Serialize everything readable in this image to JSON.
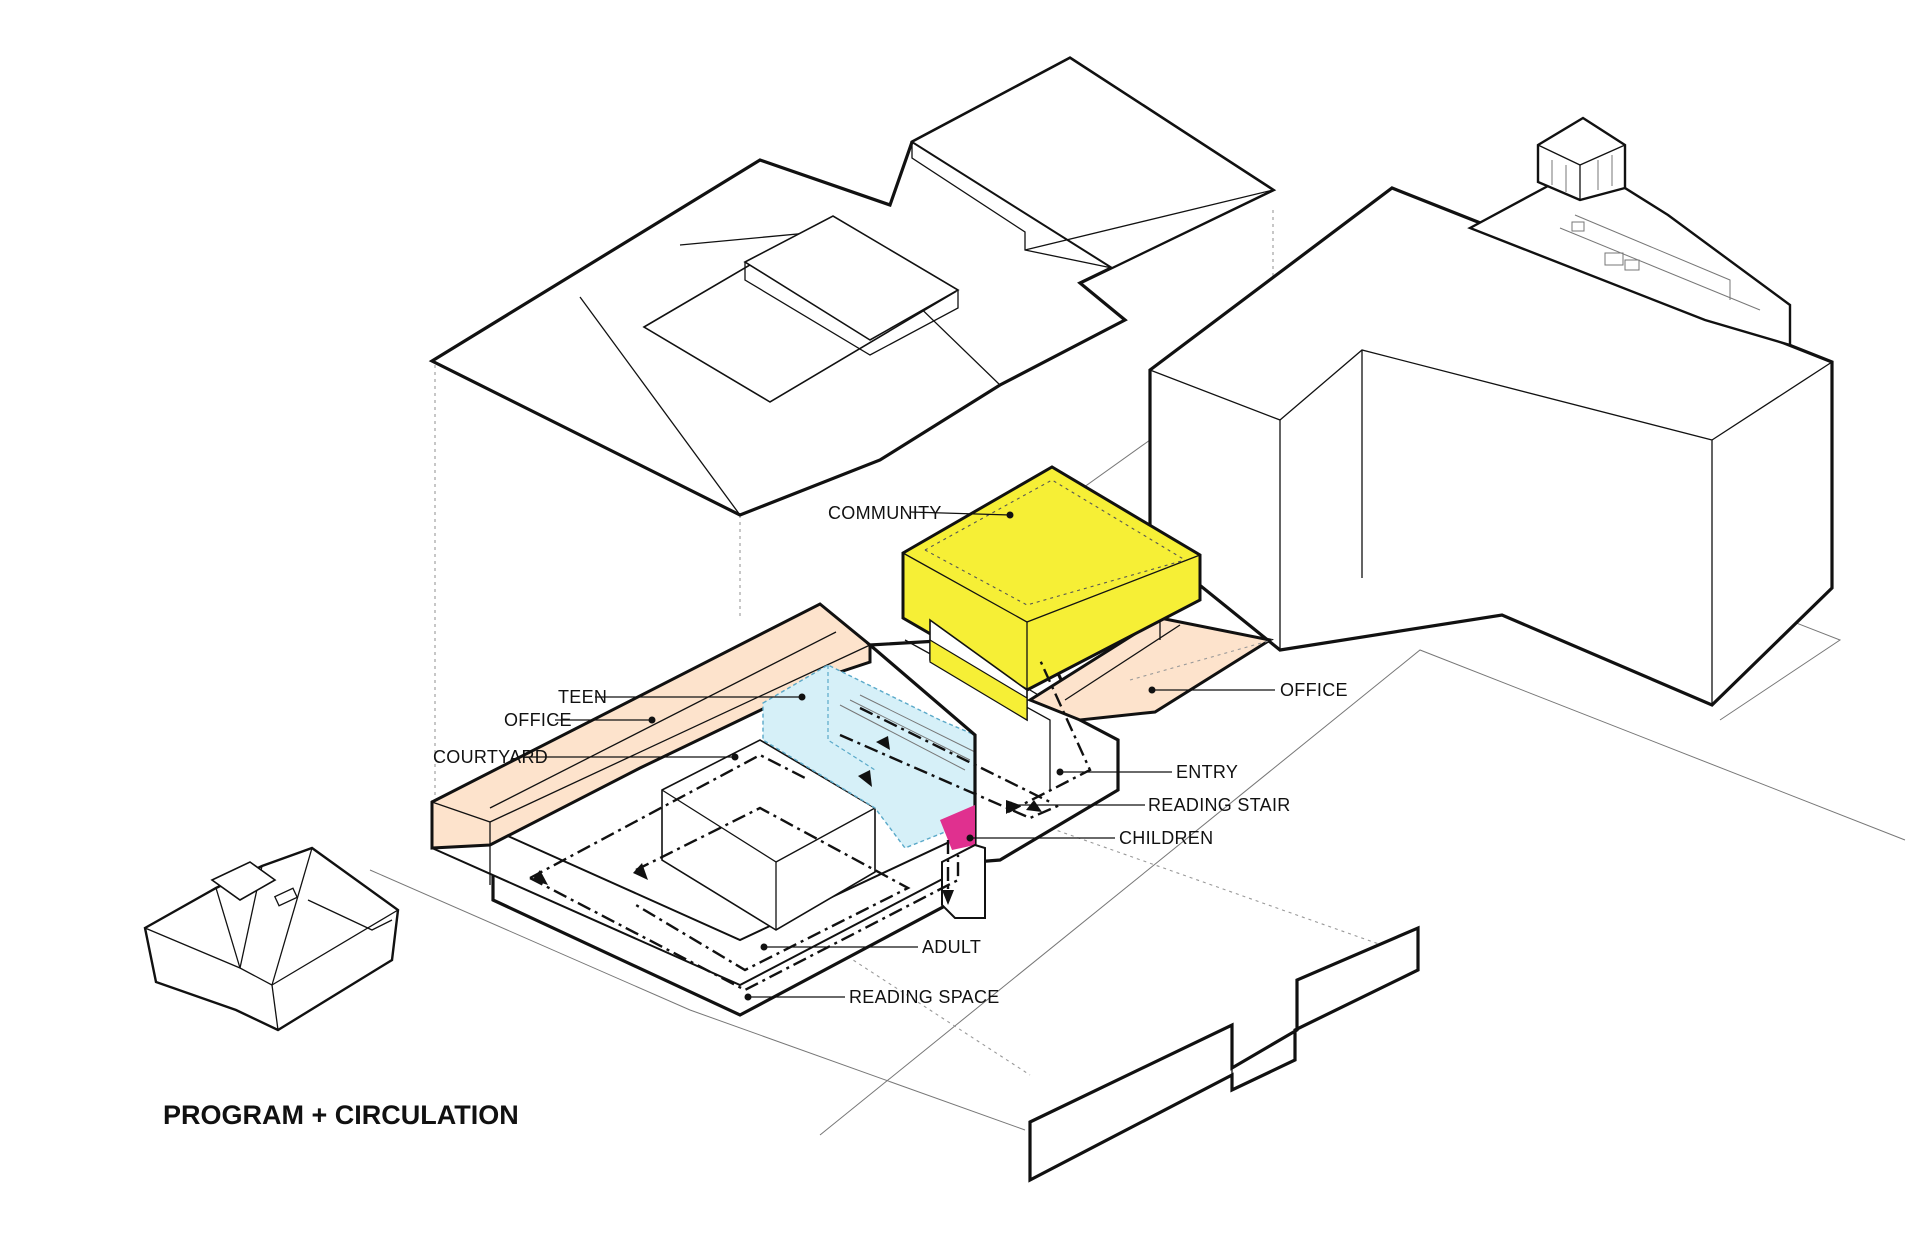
{
  "title": "PROGRAM + CIRCULATION",
  "colors": {
    "community": "#f6ef36",
    "office": "#fde3cc",
    "teen": "#d6f0f8",
    "children": "#e0308f",
    "outline": "#111111"
  },
  "labels": {
    "community": "COMMUNITY",
    "teen": "TEEN",
    "office_left": "OFFICE",
    "courtyard": "COURTYARD",
    "office_right": "OFFICE",
    "entry": "ENTRY",
    "reading_stair": "READING STAIR",
    "children": "CHILDREN",
    "adult": "ADULT",
    "reading_space": "READING SPACE"
  }
}
